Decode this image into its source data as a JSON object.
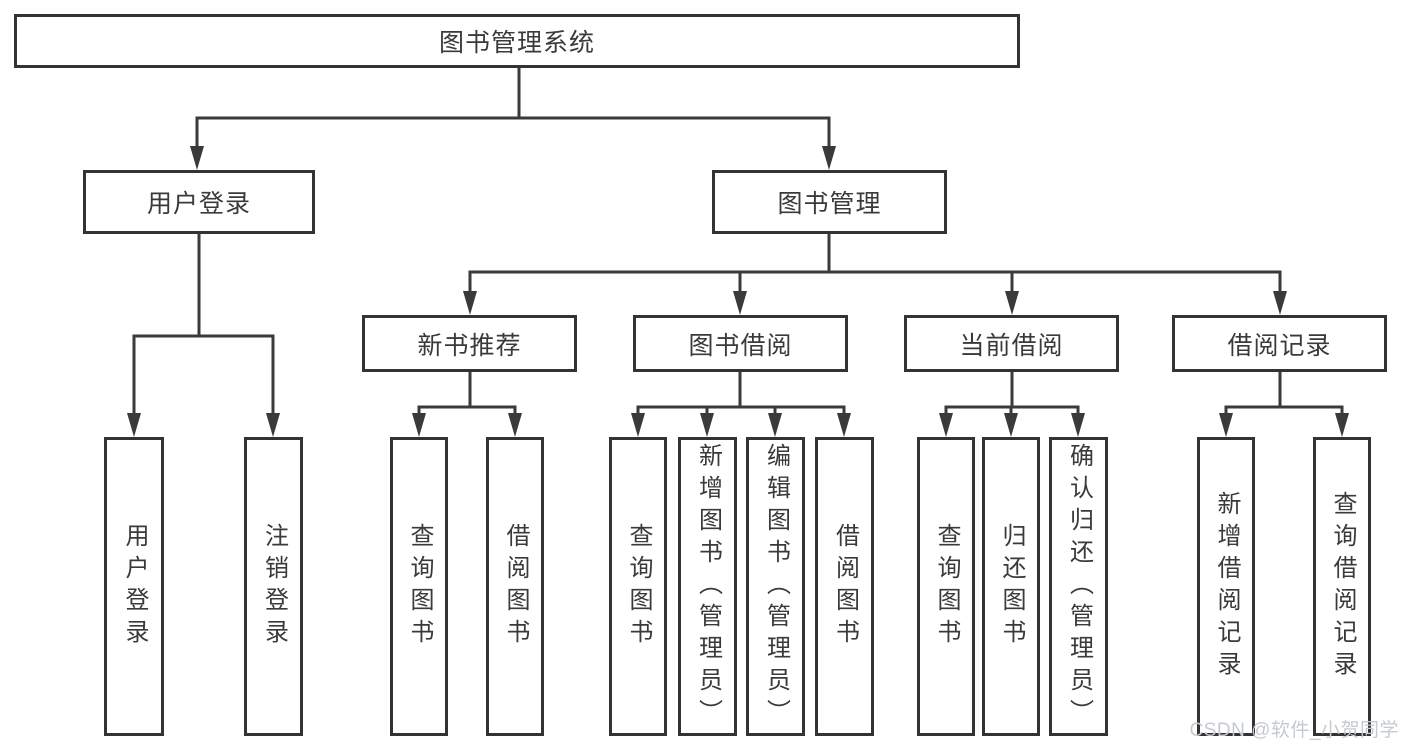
{
  "tree": {
    "root": {
      "label": "图书管理系统"
    },
    "branches": [
      {
        "label": "用户登录",
        "children": [
          {
            "label": "用户登录"
          },
          {
            "label": "注销登录"
          }
        ]
      },
      {
        "label": "图书管理",
        "children": [
          {
            "label": "新书推荐",
            "children": [
              {
                "label": "查询图书"
              },
              {
                "label": "借阅图书"
              }
            ]
          },
          {
            "label": "图书借阅",
            "children": [
              {
                "label": "查询图书"
              },
              {
                "label": "新增图书（管理员）"
              },
              {
                "label": "编辑图书（管理员）"
              },
              {
                "label": "借阅图书"
              }
            ]
          },
          {
            "label": "当前借阅",
            "children": [
              {
                "label": "查询图书"
              },
              {
                "label": "归还图书"
              },
              {
                "label": "确认归还（管理员）"
              }
            ]
          },
          {
            "label": "借阅记录",
            "children": [
              {
                "label": "新增借阅记录"
              },
              {
                "label": "查询借阅记录"
              }
            ]
          }
        ]
      }
    ]
  },
  "watermark": "CSDN @软件_小贺同学",
  "colors": {
    "line": "#3a3a3a",
    "border": "#333333",
    "text": "#3a3a3a",
    "background": "#ffffff",
    "watermark": "#c5cad0"
  }
}
